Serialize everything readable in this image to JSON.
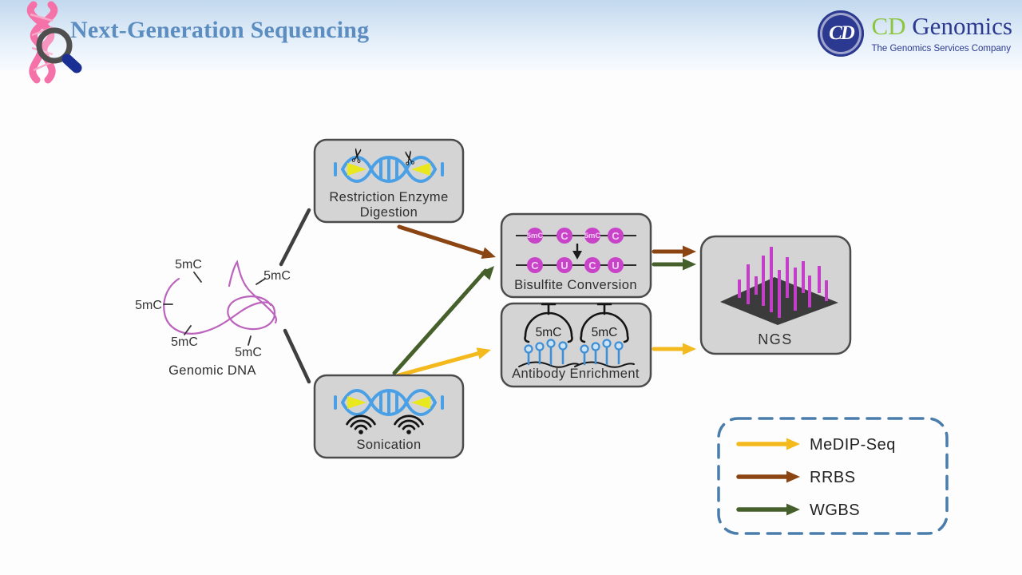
{
  "header": {
    "title": "Next-Generation Sequencing",
    "brand": {
      "monogram": "CD",
      "name_green": "CD",
      "name_navy": "Genomics",
      "tagline": "The Genomics Services Company"
    }
  },
  "diagram": {
    "icons": {
      "scissors": "✂"
    },
    "genomic_dna": {
      "label": "Genomic DNA",
      "marks": [
        "5mC",
        "5mC",
        "5mC",
        "5mC",
        "5mC"
      ]
    },
    "restriction_box": {
      "line1": "Restriction Enzyme",
      "line2": "Digestion"
    },
    "sonication_box": {
      "label": "Sonication"
    },
    "bisulfite_box": {
      "label": "Bisulfite Conversion",
      "row_top": [
        "5mC",
        "C",
        "5mC",
        "C"
      ],
      "row_bottom": [
        "C",
        "U",
        "C",
        "U"
      ]
    },
    "antibody_box": {
      "label": "Antibody Enrichment",
      "tag1": "5mC",
      "tag2": "5mC"
    },
    "ngs_box": {
      "label": "NGS"
    },
    "legend": {
      "items": [
        {
          "label": "MeDIP-Seq",
          "color": "#f3b91d"
        },
        {
          "label": "RRBS",
          "color": "#8b4513"
        },
        {
          "label": "WGBS",
          "color": "#46602c"
        }
      ]
    },
    "colors": {
      "box_fill": "#d4d4d4",
      "box_stroke": "#4b4b4b",
      "dna_blue": "#4aa0e6",
      "cut_site_yellow": "#e9e71d",
      "methyl_magenta": "#c843c8",
      "genomic_purple": "#bb63bd",
      "flowcell_dark": "#3b3b3b",
      "ngs_bar_magenta": "#c43ec9",
      "legend_border": "#4a7dab",
      "connector_gray": "#3f3f3f",
      "title_blue": "#5b8dc0"
    }
  }
}
